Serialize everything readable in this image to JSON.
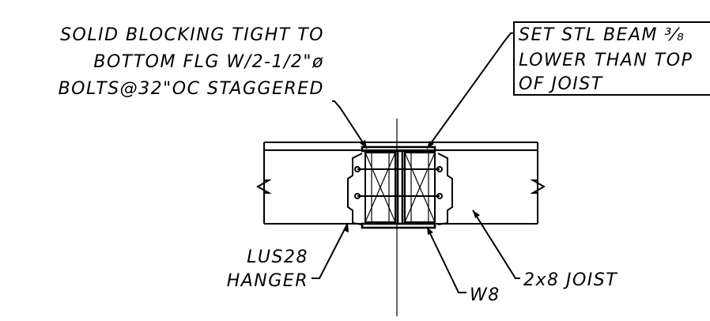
{
  "notes": {
    "blocking": {
      "line1": "SOLID BLOCKING TIGHT TO",
      "line2": "BOTTOM FLG W/2-1/2\"ø",
      "line3": "BOLTS@32\"OC STAGGERED"
    },
    "beam_setback": {
      "line1": "SET STL BEAM ³⁄₈",
      "line2": "LOWER THAN TOP",
      "line3": "OF JOIST"
    },
    "hanger": {
      "line1": "LUS28",
      "line2": "HANGER"
    },
    "beam": {
      "label": "W8"
    },
    "joist": {
      "label": "2x8 JOIST"
    }
  }
}
